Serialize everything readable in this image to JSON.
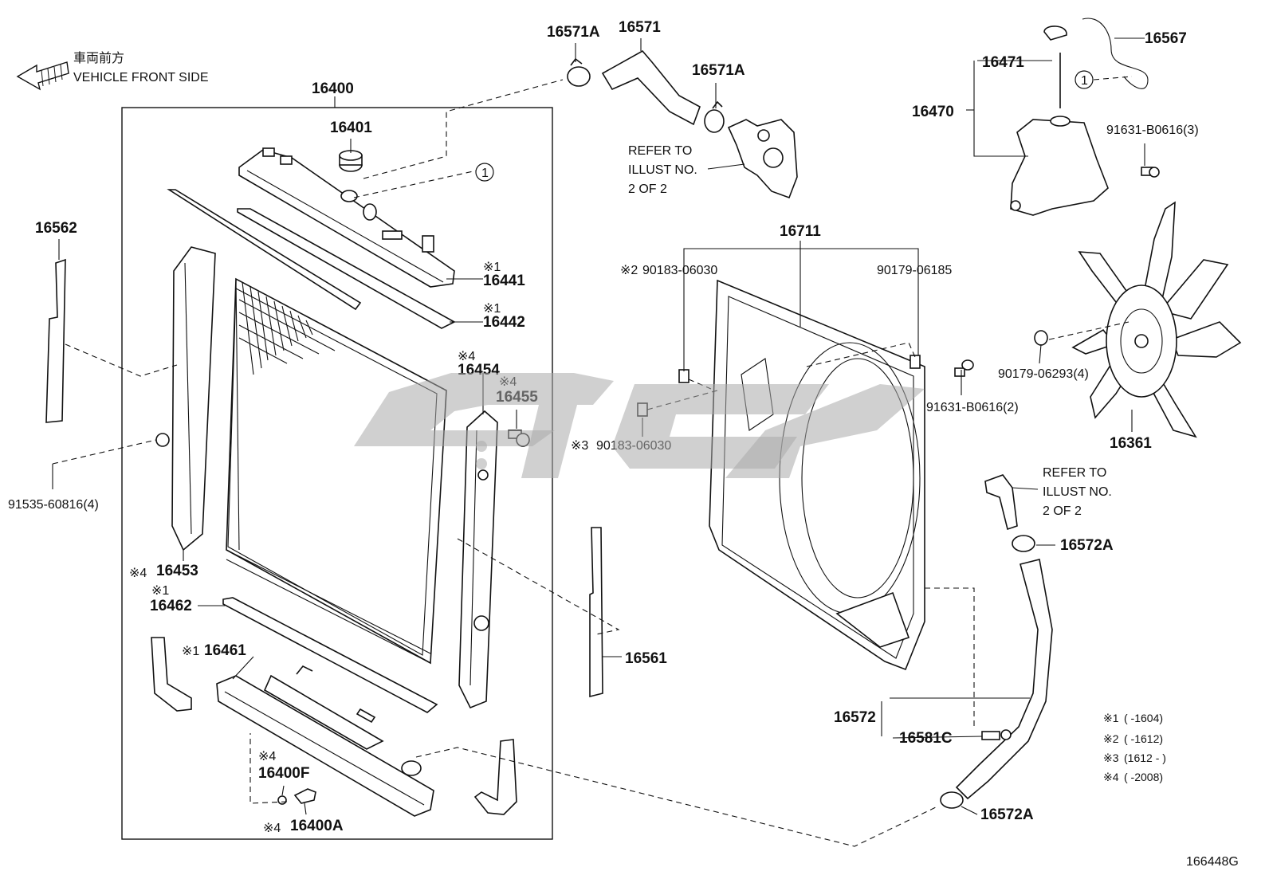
{
  "header": {
    "direction_jp": "車両前方",
    "direction_en": "VEHICLE FRONT SIDE"
  },
  "assembly": {
    "number": "16400"
  },
  "parts": {
    "p16401": "16401",
    "p16441": "16441",
    "p16442": "16442",
    "p16454": "16454",
    "p16455": "16455",
    "p16453": "16453",
    "p16462": "16462",
    "p16461": "16461",
    "p16400F": "16400F",
    "p16400A": "16400A",
    "p16562": "16562",
    "p91535": "91535-60816(4)",
    "p16571A_a": "16571A",
    "p16571": "16571",
    "p16571A_b": "16571A",
    "p16711": "16711",
    "p90183_a": "90183-06030",
    "p90179_06185": "90179-06185",
    "p90183_b": "90183-06030",
    "p91631_2": "91631-B0616(2)",
    "p16561": "16561",
    "p16471": "16471",
    "p16470": "16470",
    "p16567": "16567",
    "p91631_3": "91631-B0616(3)",
    "p90179_06293": "90179-06293(4)",
    "p16361": "16361",
    "p16572A_a": "16572A",
    "p16572": "16572",
    "p16581C": "16581C",
    "p16572A_b": "16572A"
  },
  "marks": {
    "m1": "※1",
    "m2": "※2",
    "m3": "※3",
    "m4": "※4",
    "circle1": "1"
  },
  "refer_notes": {
    "top": [
      "REFER TO",
      "ILLUST NO.",
      "2 OF 2"
    ],
    "right": [
      "REFER TO",
      "ILLUST NO.",
      "2 OF 2"
    ]
  },
  "legend": [
    {
      "mark": "※1",
      "text": "(        -1604)"
    },
    {
      "mark": "※2",
      "text": "(        -1612)"
    },
    {
      "mark": "※3",
      "text": "(1612 -        )"
    },
    {
      "mark": "※4",
      "text": "(        -2008)"
    }
  ],
  "illustration_id": "166448G",
  "watermark": {
    "color": "#a9a9a9"
  }
}
